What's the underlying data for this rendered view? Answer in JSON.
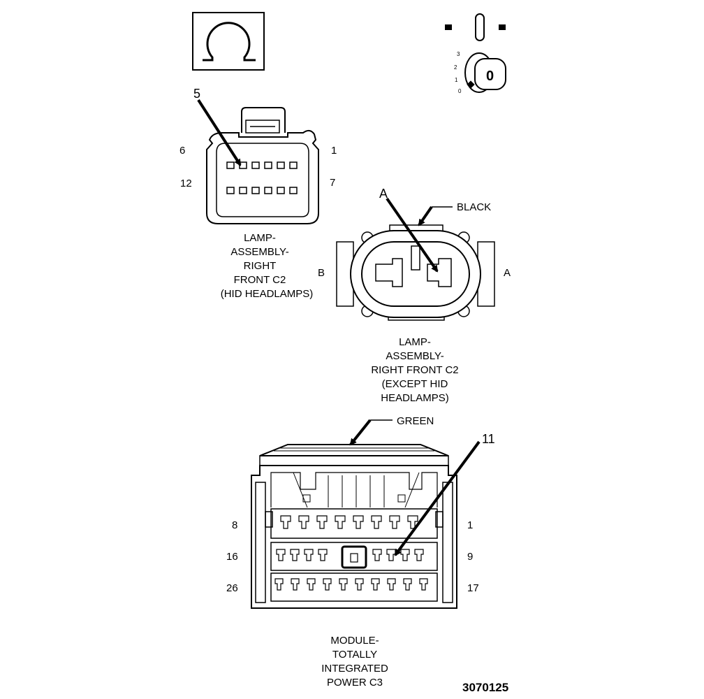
{
  "ohm_symbol": {
    "glyph": "Ω",
    "icon": "ohm-icon"
  },
  "ignition_switch": {
    "positions": [
      "3",
      "2",
      "1",
      "0"
    ],
    "key_label": "0",
    "icon": "ignition-key-icon"
  },
  "connector_hid": {
    "callout": "5",
    "pin_top_left": "6",
    "pin_top_right": "1",
    "pin_bottom_left": "12",
    "pin_bottom_right": "7",
    "caption": [
      "LAMP-",
      "ASSEMBLY-",
      "RIGHT",
      "FRONT C2",
      "(HID HEADLAMPS)"
    ]
  },
  "connector_except_hid": {
    "callout": "A",
    "color": "BLACK",
    "pin_left": "B",
    "pin_right": "A",
    "caption": [
      "LAMP-",
      "ASSEMBLY-",
      "RIGHT FRONT C2",
      "(EXCEPT HID",
      "HEADLAMPS)"
    ]
  },
  "connector_tipm": {
    "color": "GREEN",
    "callout": "11",
    "row1_left": "8",
    "row1_right": "1",
    "row2_left": "16",
    "row2_right": "9",
    "row3_left": "26",
    "row3_right": "17",
    "caption": [
      "MODULE-",
      "TOTALLY",
      "INTEGRATED",
      "POWER C3"
    ]
  },
  "figure_number": "3070125"
}
